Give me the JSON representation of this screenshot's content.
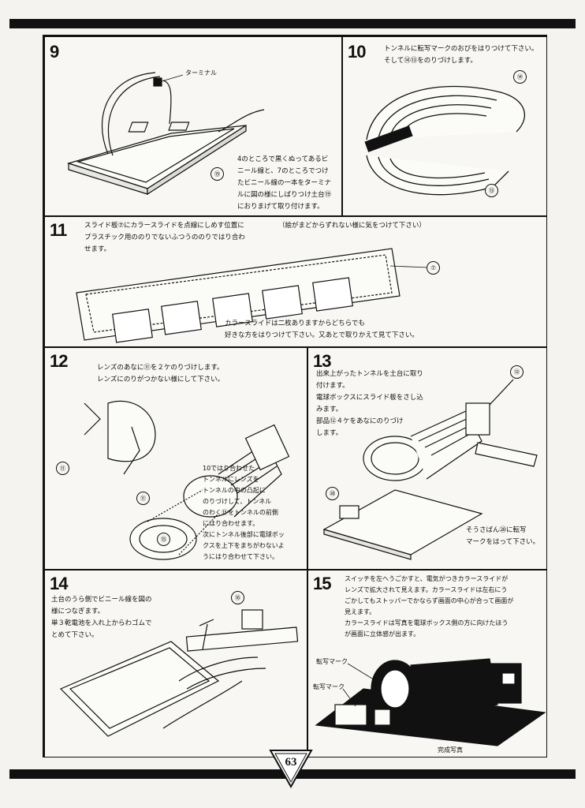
{
  "page_number": "63",
  "steps": {
    "s9": {
      "number": "9",
      "label_terminal": "ターミナル",
      "part": "⑲",
      "text": "4のところで黒くぬってあるビ\nニール線と、7のところでつけ\nたビニール線の一本をターミナ\nルに図の様にしばりつけ土台⑲\nにおりまげて取り付けます。"
    },
    "s10": {
      "number": "10",
      "text": "トンネルに転写マークのおびをはりつけて下さい。\nそして⑭⑬をのりづけします。",
      "part_top": "⑭",
      "part_bottom": "⑬"
    },
    "s11": {
      "number": "11",
      "text": "スライド板⑦にカラースライドを点線にしめす位置に\nプラスチック用ののりでないふつうののりではり合わ\nせます。",
      "note_top": "（絵がまどからずれない様に気をつけて下さい）",
      "part": "⑦",
      "text_bottom": "カラースライドは二枚ありますからどちらでも\n好きな方をはりつけて下さい。又あとで取りかえて見て下さい。"
    },
    "s12": {
      "number": "12",
      "text": "レンズのあなに⑪を２ケのりづけします。\nレンズにのりがつかない様にして下さい。",
      "part_a": "⑪",
      "part_b": "⑪",
      "part_c": "⑮",
      "text_side": "10ではり合わせた\nトンネルにレンズを\nトンネルの中の凸起に\nのりづけして、トンネル\nのわく⑮をトンネルの前側\nにはり合わせます。\n次にトンネル後部に電球ボッ\nクスを上下をまちがわないよ\nうにはり合わせて下さい。"
    },
    "s13": {
      "number": "13",
      "text": "出来上がったトンネルを土台に取り\n付けます。\n電球ボックスにスライド板をさし込\nみます。\n部品⑫４ケをあなにのりづけ\nします。",
      "part_a": "⑫",
      "part_b": "⑳",
      "text_bottom": "そうさばん⑳に転写\nマークをはって下さい。"
    },
    "s14": {
      "number": "14",
      "text": "土台のうら側でビニール線を図の\n様につなぎます。\n単３乾電池を入れ上からわゴムで\nとめて下さい。",
      "part": "⑯"
    },
    "s15": {
      "number": "15",
      "text": "スイッチを左へうごかすと、電気がつきカラースライドが\nレンズで拡大されて見えます。カラースライドは左右にう\nごかしてもストッパーでかならず画面の中心が合って画面が\n見えます。\nカラースライドは写真を電球ボックス側の方に向けたほう\nが画面に立体感が出ます。",
      "label_a": "転写マーク",
      "label_b": "転写マーク",
      "caption": "完成写真"
    }
  }
}
